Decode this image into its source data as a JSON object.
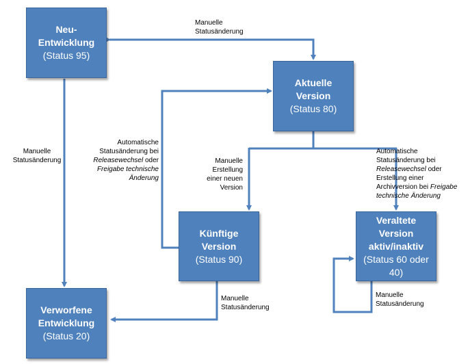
{
  "colors": {
    "box_fill": "#4f81bd",
    "box_border": "#3a659a",
    "arrow": "#4f81bd",
    "text_on_box": "#ffffff"
  },
  "nodes": {
    "neu": {
      "title_line1": "Neu-",
      "title_line2": "Entwicklung",
      "status": "(Status 95)"
    },
    "aktuell": {
      "title_line1": "Aktuelle",
      "title_line2": "Version",
      "status": "(Status 80)"
    },
    "kuenftig": {
      "title_line1": "Künftige",
      "title_line2": "Version",
      "status": "(Status 90)"
    },
    "veraltet": {
      "title_line1": "Veraltete",
      "title_line2": "Version",
      "title_line3": "aktiv/inaktiv",
      "status_line1": "(Status 60 oder",
      "status_line2": "40)"
    },
    "verworfen": {
      "title_line1": "Verworfene",
      "title_line2": "Entwicklung",
      "status": "(Status 20)"
    }
  },
  "labels": {
    "neu_aktuell": {
      "line1": "Manuelle",
      "line2": "Statusänderung"
    },
    "neu_verworfen": {
      "line1": "Manuelle",
      "line2": "Statusänderung"
    },
    "kuenftig_aktuell": {
      "line1": "Automatische",
      "line2": "Statusänderung bei",
      "line3_italic": "Releasewechsel",
      "line3_rest": " oder",
      "line4_italic": "Freigabe technische",
      "line5_italic": "Änderung"
    },
    "aktuell_kuenftig": {
      "line1": "Manuelle",
      "line2": "Erstellung",
      "line3": "einer neuen",
      "line4": "Version"
    },
    "aktuell_veraltet": {
      "line1": "Automatische",
      "line2": "Statusänderung bei",
      "line3_italic": "Releasewechsel",
      "line3_rest": " oder",
      "line4": "Erstellung einer",
      "line5_plain": "Archivversion bei ",
      "line5_italic": "Freigabe",
      "line6_italic": "technische Änderung"
    },
    "kuenftig_verworfen": {
      "line1": "Manuelle",
      "line2": "Statusänderung"
    },
    "veraltet_self": {
      "line1": "Manuelle",
      "line2": "Statusänderung"
    }
  }
}
